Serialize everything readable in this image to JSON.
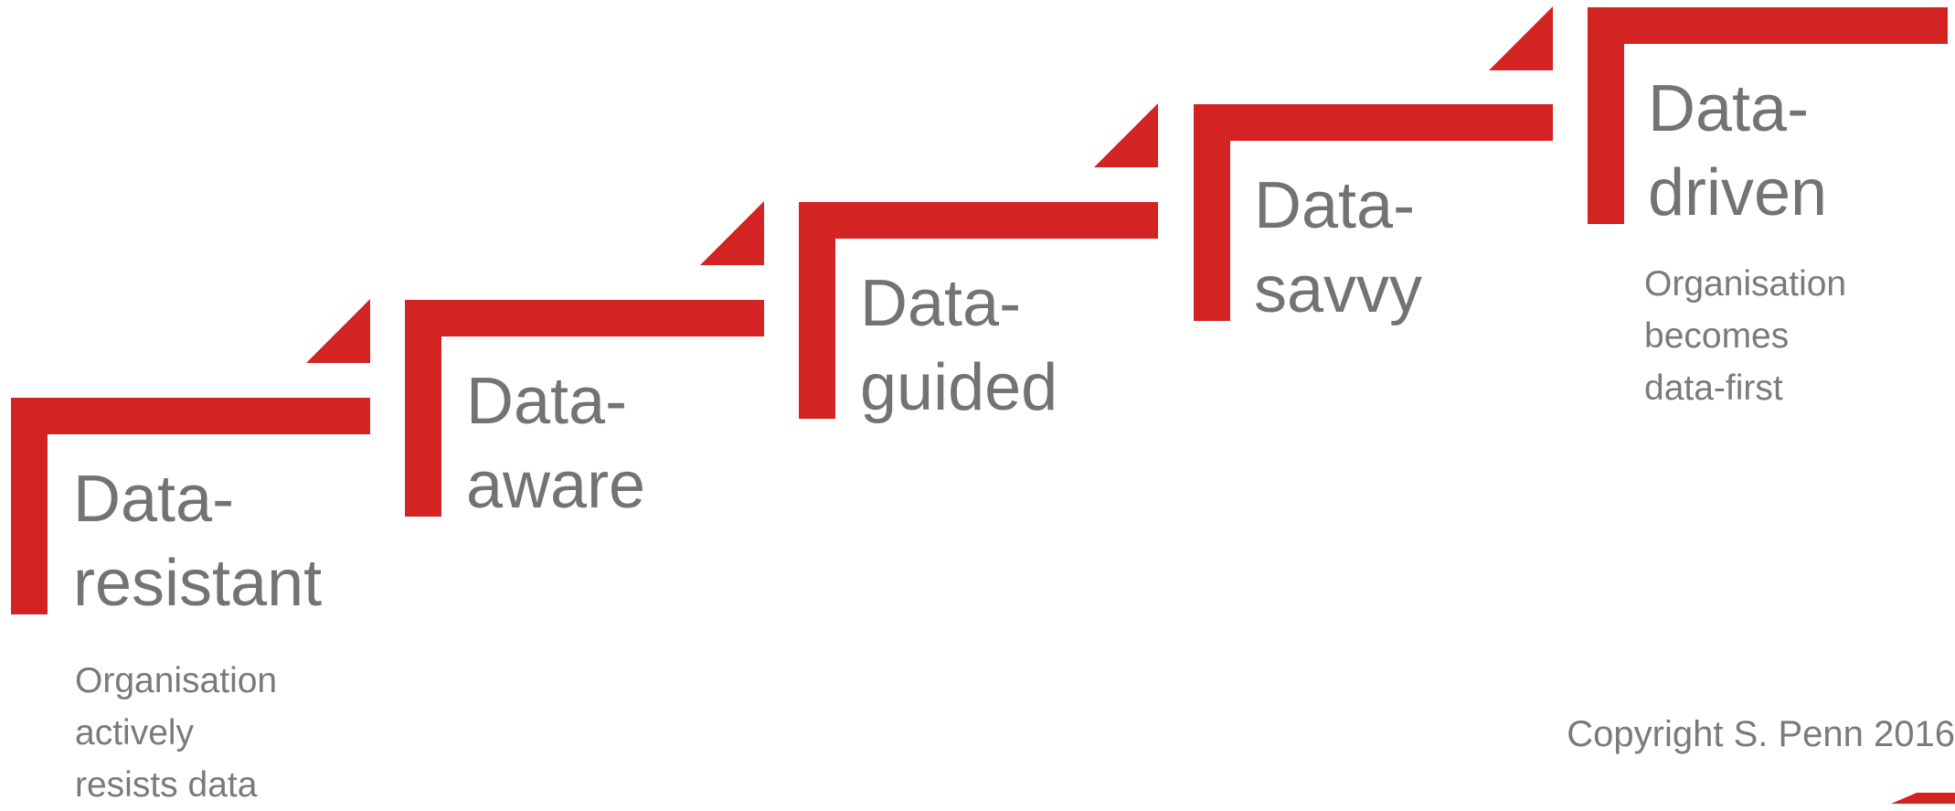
{
  "diagram": {
    "accent_color": "#d32323",
    "text_color": "#737373",
    "steps": [
      {
        "title_line1": "Data-",
        "title_line2": "resistant",
        "desc_line1": "Organisation",
        "desc_line2": "actively",
        "desc_line3": "resists data"
      },
      {
        "title_line1": "Data-",
        "title_line2": "aware"
      },
      {
        "title_line1": "Data-",
        "title_line2": "guided"
      },
      {
        "title_line1": "Data-",
        "title_line2": "savvy"
      },
      {
        "title_line1": "Data-",
        "title_line2": "driven",
        "desc_line1": "Organisation",
        "desc_line2": "becomes",
        "desc_line3": "data-first"
      }
    ]
  },
  "footer": {
    "copyright": "Copyright S. Penn 2016"
  }
}
